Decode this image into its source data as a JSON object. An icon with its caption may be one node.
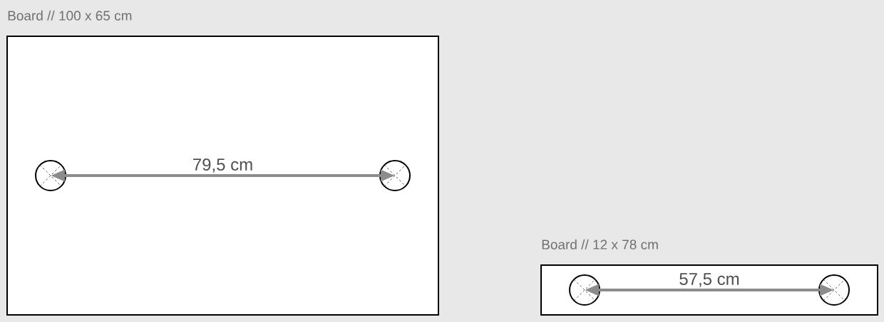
{
  "diagram": {
    "nodes": [
      {
        "text": [
          "Board // 100 x 65 cm"
        ]
      },
      {
        "text": [],
        "shape": "circle",
        "in": 0
      },
      {
        "text": [],
        "shape": "circle",
        "in": 0
      },
      {
        "text": [
          "Board // 12 x 78 cm"
        ]
      },
      {
        "text": [],
        "shape": "circle",
        "in": 3
      },
      {
        "text": [],
        "shape": "circle",
        "in": 3
      }
    ],
    "edges": [
      {
        "from": 1,
        "to": 2,
        "arrow": "both",
        "label": "79,5 cm"
      },
      {
        "from": 4,
        "to": 5,
        "arrow": "both",
        "label": "57,5 cm"
      }
    ]
  }
}
